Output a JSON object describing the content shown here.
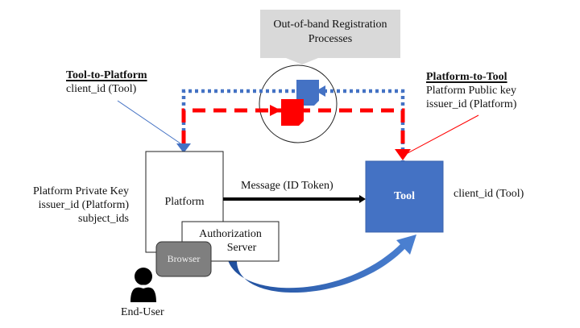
{
  "callout": {
    "line1": "Out-of-band Registration",
    "line2": "Processes"
  },
  "tool_to_platform": {
    "title": "Tool-to-Platform",
    "line1": "client_id (Tool)"
  },
  "platform_to_tool": {
    "title": "Platform-to-Tool",
    "line1": "Platform Public key",
    "line2": "issuer_id (Platform)"
  },
  "platform_info": {
    "line1": "Platform Private Key",
    "line2": "issuer_id (Platform)",
    "line3": "subject_ids"
  },
  "platform_box": {
    "label": "Platform"
  },
  "auth_server_box": {
    "line1": "Authorization",
    "line2": "Server"
  },
  "browser_box": {
    "label": "Browser"
  },
  "tool_box": {
    "label": "Tool"
  },
  "tool_info": {
    "line1": "client_id (Tool)"
  },
  "message_arrow": {
    "label": "Message (ID Token)"
  },
  "end_user": {
    "label": "End-User"
  },
  "colors": {
    "tool_blue": "#4472c4",
    "platform_red": "#ff0000",
    "callout_gray": "#d9d9d9",
    "browser_gray": "#7f7f7f",
    "curve_blue": "#2e5ca8"
  }
}
